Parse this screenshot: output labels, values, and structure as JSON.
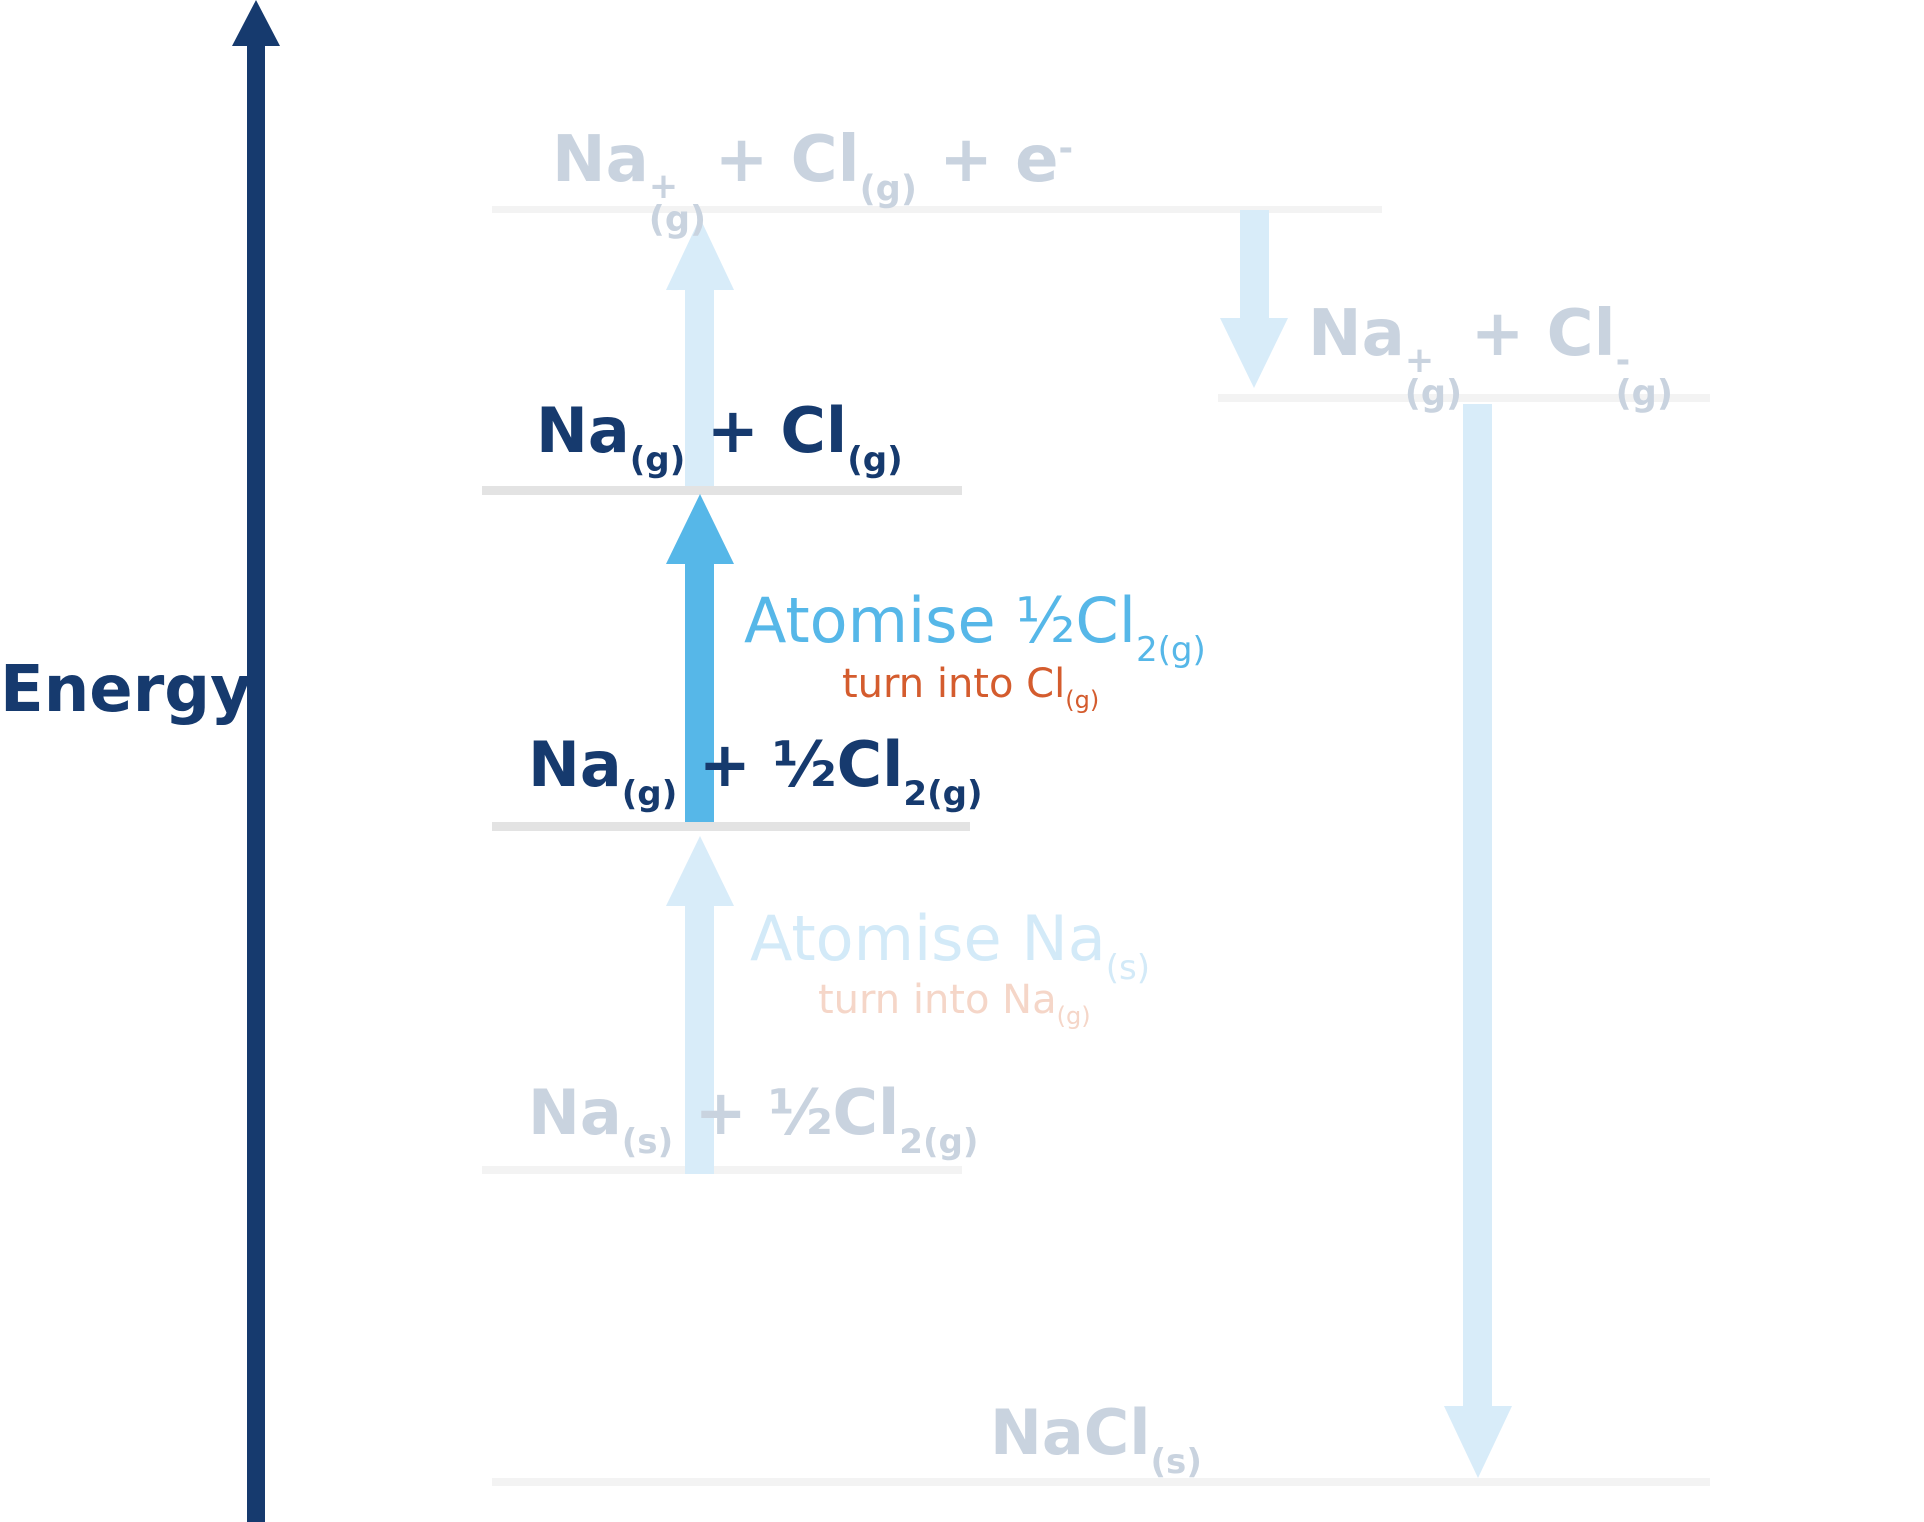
{
  "axis": {
    "label": "Energy"
  },
  "colors": {
    "axis": "#163a6e",
    "active_arrow": "#56b7e8",
    "faded_arrow": "#d8ecf9",
    "active_line": "#e3e3e3",
    "faded_line": "#f3f3f3",
    "active_text": "#163a6e",
    "faded_text": "#c9d3df",
    "step_text": "#56b7e8",
    "faded_step_text": "#d3eaf8",
    "note_text": "#d45c2e",
    "faded_note_text": "#f5d6c8"
  },
  "levels": {
    "top": {
      "a": "Na",
      "a_sup": "+",
      "a_sub": "(g)",
      "plus1": "+",
      "b": "Cl",
      "b_sub": "(g)",
      "plus2": "+",
      "c": "e",
      "c_sup": "-"
    },
    "ions": {
      "a": "Na",
      "a_sup": "+",
      "a_sub": "(g)",
      "plus": "+",
      "b": "Cl",
      "b_sup": "-",
      "b_sub": "(g)"
    },
    "gas_atoms": {
      "a": "Na",
      "a_sub": "(g)",
      "plus": "+",
      "b": "Cl",
      "b_sub": "(g)"
    },
    "na_gas": {
      "a": "Na",
      "a_sub": "(g)",
      "plus": "+",
      "b": "½Cl",
      "b_sub": "2(g)"
    },
    "elements": {
      "a": "Na",
      "a_sub": "(s)",
      "plus": "+",
      "b": "½Cl",
      "b_sub": "2(g)"
    },
    "lattice": {
      "a": "NaCl",
      "a_sub": "(s)"
    }
  },
  "steps": {
    "atomise_cl": {
      "title": "Atomise ½Cl",
      "title_sub": "2(g)",
      "note": "turn into Cl",
      "note_sub": "(g)"
    },
    "atomise_na": {
      "title": "Atomise Na",
      "title_sub": "(s)",
      "note": "turn into Na",
      "note_sub": "(g)"
    }
  }
}
